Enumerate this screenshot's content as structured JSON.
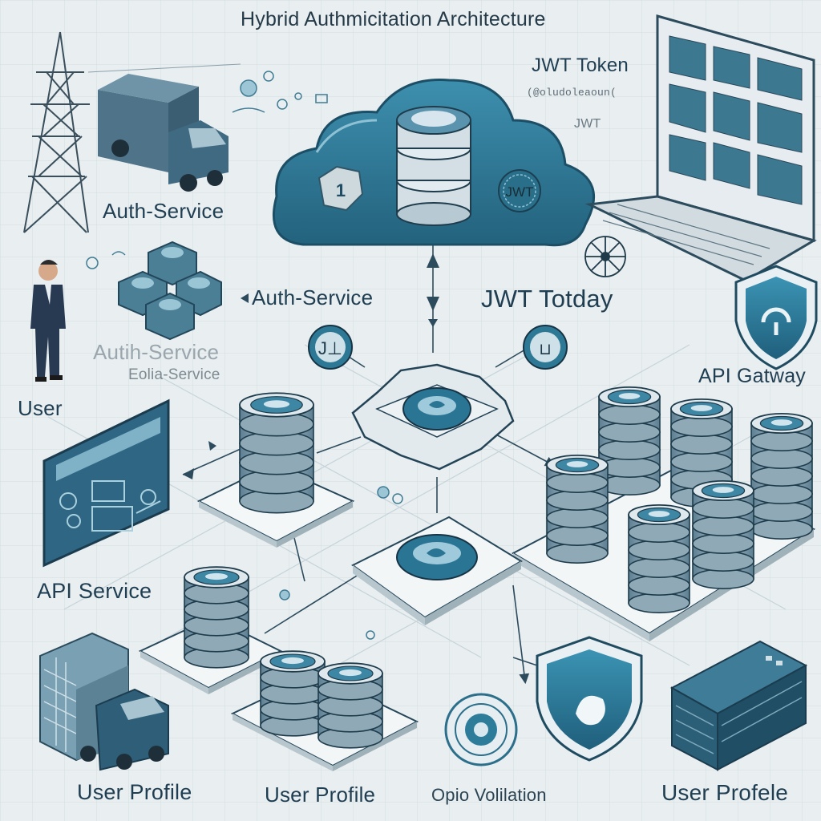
{
  "labels": {
    "title": "Hybrid Authmicitation Architecture",
    "jwt_token": "JWT Token",
    "jwt_token_sub": "(@oludoleaoun(",
    "jwt_token_sub2": "JWT",
    "auth_service_1": "Auth-Service",
    "auth_service_2": "Auth-Service",
    "jwt_today": "JWT Totday",
    "auth_service_3": "Autih-Service",
    "auth_service_4": "Eolia-Service",
    "api_gateway": "API Gatway",
    "user": "User",
    "api_service": "API Service",
    "user_profile_1": "User Profile",
    "user_profile_2": "User Profile",
    "otp_validation": "Opio Volilation",
    "user_profile_3": "User Profele"
  },
  "cloud": {
    "left_badge": "1",
    "right_badge": "JWT"
  },
  "icons": {
    "left_node_glyph": "J⊥",
    "right_node_glyph": "⊔"
  },
  "colors": {
    "accent": "#2f7f9d",
    "accent_dark": "#1f5f7c",
    "accent_light": "#8fc3d6",
    "ink": "#1f3e52",
    "slate": "#3e6477",
    "paper": "#e9eef0"
  }
}
